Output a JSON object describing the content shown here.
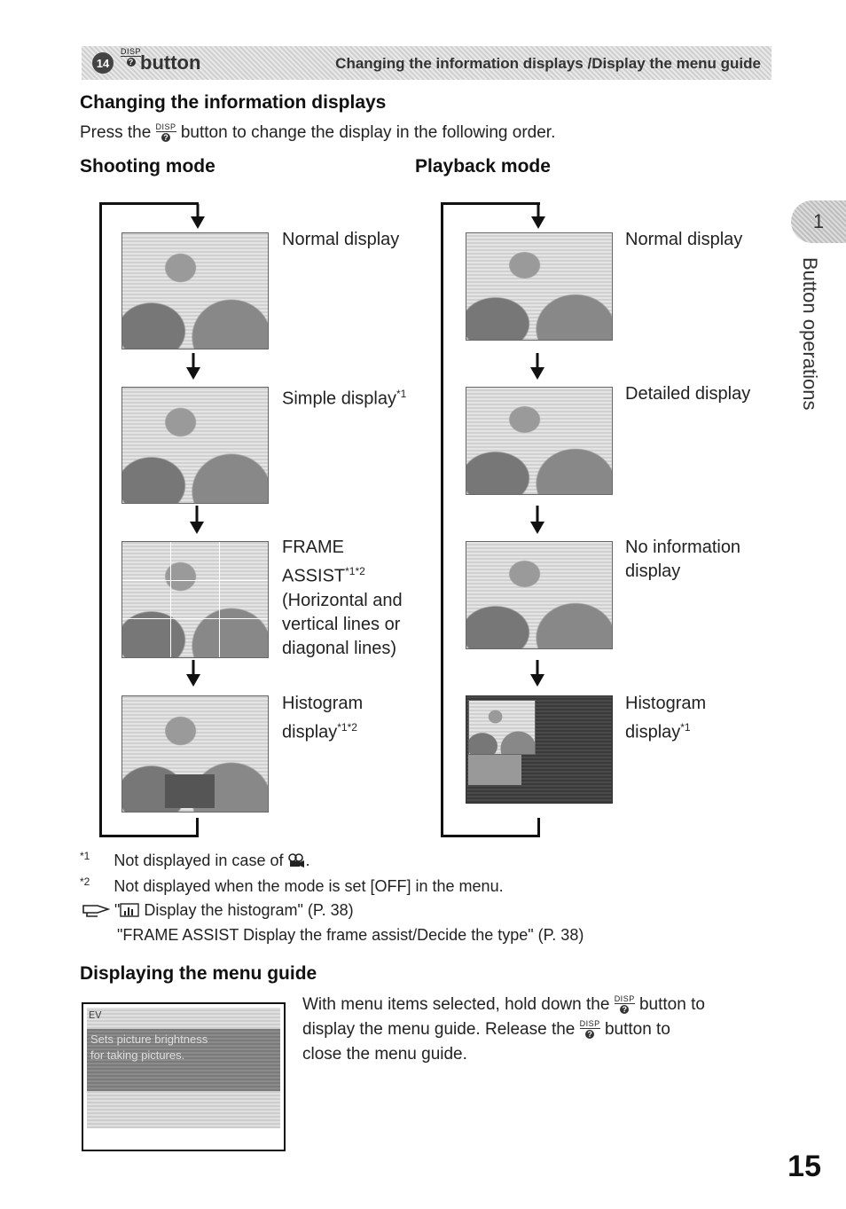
{
  "header": {
    "chapter_number": "14",
    "button_label": "button",
    "right_title": "Changing the information displays /Display the menu guide"
  },
  "disp_icon": {
    "text": "DISP",
    "symbol": "?"
  },
  "section1": {
    "title": "Changing the information displays",
    "intro_before": "Press the",
    "intro_after": "button to change the display in the following order."
  },
  "shooting": {
    "title": "Shooting mode",
    "items": [
      {
        "label": "Normal display",
        "note": ""
      },
      {
        "label": "Simple display",
        "note": "*1"
      },
      {
        "label": "FRAME ASSIST",
        "note": "*1*2",
        "extra": "(Horizontal and vertical lines or diagonal lines)"
      },
      {
        "label": "Histogram display",
        "note": "*1*2"
      }
    ]
  },
  "playback": {
    "title": "Playback mode",
    "items": [
      {
        "label": "Normal display",
        "note": ""
      },
      {
        "label": "Detailed display",
        "note": ""
      },
      {
        "label": "No information display",
        "note": ""
      },
      {
        "label": "Histogram display",
        "note": "*1"
      }
    ]
  },
  "footnotes": {
    "fn1_mark": "*1",
    "fn1_text": "Not displayed in case of",
    "fn1_icon": "movie-icon",
    "fn2_mark": "*2",
    "fn2_text": "Not displayed when the mode is set [OFF] in the menu.",
    "ref1": "\"",
    "ref1_text": "Display the histogram\" (P. 38)",
    "ref2": "\"FRAME ASSIST Display the frame assist/Decide the type\" (P. 38)"
  },
  "section2": {
    "title": "Displaying the menu guide",
    "text_1": "With menu items selected, hold down the",
    "text_2": "button to",
    "text_3": "display the menu guide. Release the",
    "text_4": "button to",
    "text_5": "close the menu guide.",
    "screen_tab": "EV",
    "screen_line1": "Sets picture brightness",
    "screen_line2": "for taking pictures."
  },
  "sidebar": {
    "tab": "1",
    "text": "Button operations"
  },
  "page_number": "15"
}
